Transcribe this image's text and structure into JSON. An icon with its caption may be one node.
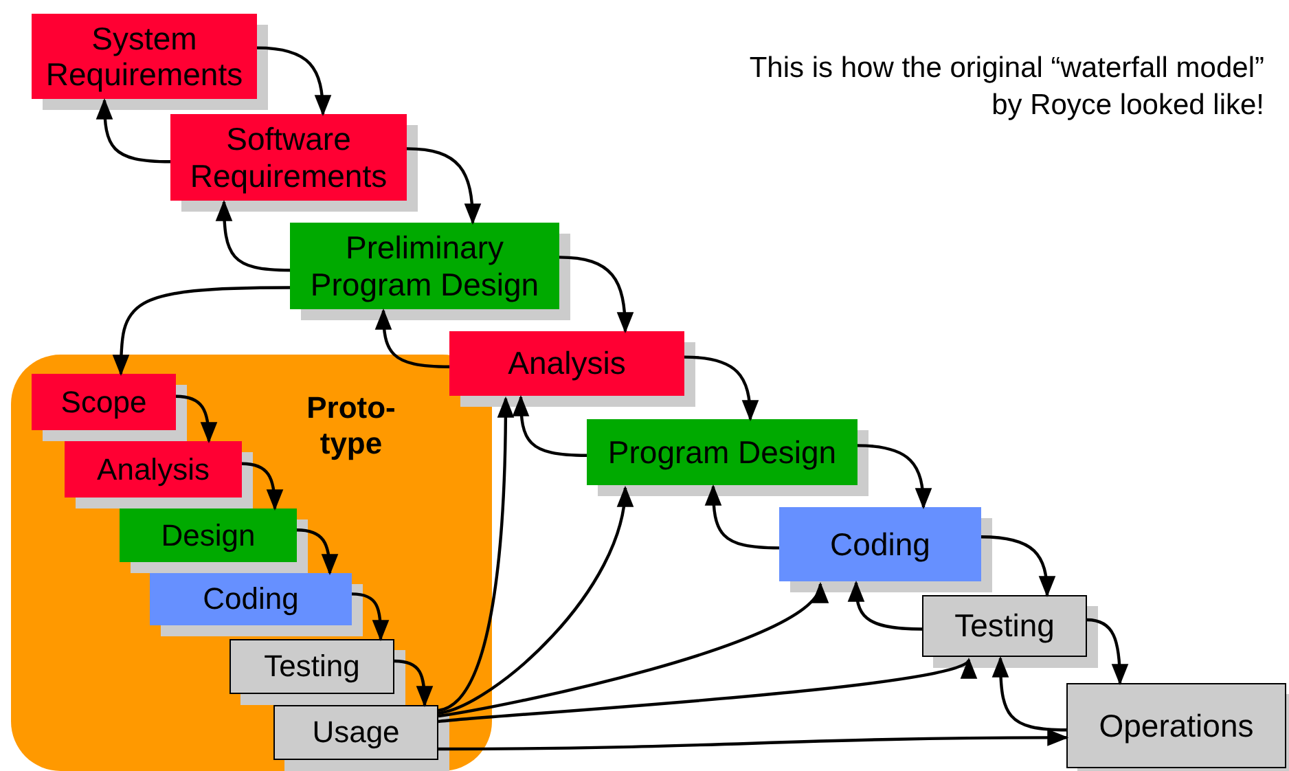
{
  "diagram": {
    "nodes": [
      {
        "text": [
          "System Requirements"
        ]
      },
      {
        "text": [
          "Software Requirements"
        ]
      },
      {
        "text": [
          "Preliminary Program Design"
        ]
      },
      {
        "text": [
          "Analysis"
        ]
      },
      {
        "text": [
          "Program Design"
        ]
      },
      {
        "text": [
          "Coding"
        ]
      },
      {
        "text": [
          "Testing"
        ]
      },
      {
        "text": [
          "Operations"
        ]
      },
      {
        "text": [
          "Proto- type"
        ]
      },
      {
        "text": [
          "Scope"
        ],
        "in": 8
      },
      {
        "text": [
          "Analysis"
        ],
        "in": 8
      },
      {
        "text": [
          "Design"
        ],
        "in": 8
      },
      {
        "text": [
          "Coding"
        ],
        "in": 8
      },
      {
        "text": [
          "Testing"
        ],
        "in": 8
      },
      {
        "text": [
          "Usage"
        ],
        "in": 8
      }
    ],
    "edges": [
      {
        "from": 0,
        "to": 1,
        "arrow": "to"
      },
      {
        "from": 1,
        "to": 0,
        "arrow": "to"
      },
      {
        "from": 1,
        "to": 2,
        "arrow": "to"
      },
      {
        "from": 2,
        "to": 1,
        "arrow": "to"
      },
      {
        "from": 2,
        "to": 3,
        "arrow": "to"
      },
      {
        "from": 3,
        "to": 2,
        "arrow": "to"
      },
      {
        "from": 3,
        "to": 4,
        "arrow": "to"
      },
      {
        "from": 4,
        "to": 3,
        "arrow": "to"
      },
      {
        "from": 4,
        "to": 5,
        "arrow": "to"
      },
      {
        "from": 5,
        "to": 4,
        "arrow": "to"
      },
      {
        "from": 5,
        "to": 6,
        "arrow": "to"
      },
      {
        "from": 6,
        "to": 5,
        "arrow": "to"
      },
      {
        "from": 6,
        "to": 7,
        "arrow": "to"
      },
      {
        "from": 7,
        "to": 6,
        "arrow": "to"
      },
      {
        "from": 2,
        "to": 9,
        "arrow": "to"
      },
      {
        "from": 9,
        "to": 10,
        "arrow": "to"
      },
      {
        "from": 10,
        "to": 11,
        "arrow": "to"
      },
      {
        "from": 11,
        "to": 12,
        "arrow": "to"
      },
      {
        "from": 12,
        "to": 13,
        "arrow": "to"
      },
      {
        "from": 13,
        "to": 14,
        "arrow": "to"
      },
      {
        "from": 14,
        "to": 3,
        "arrow": "to"
      },
      {
        "from": 14,
        "to": 4,
        "arrow": "to"
      },
      {
        "from": 14,
        "to": 5,
        "arrow": "to"
      },
      {
        "from": 14,
        "to": 6,
        "arrow": "to"
      },
      {
        "from": 14,
        "to": 7,
        "arrow": "to"
      }
    ],
    "labels": [
      "This is how the original “waterfall model” by Royce looked like!"
    ]
  }
}
